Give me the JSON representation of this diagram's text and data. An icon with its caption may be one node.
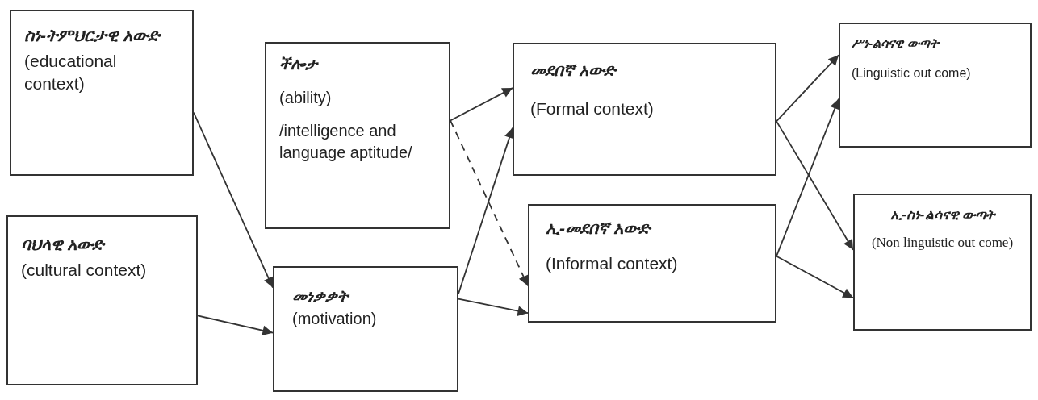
{
  "diagram": {
    "nodes": [
      {
        "text": [
          "ስነ-ትምህርታዊ አውድ",
          "(educational context)"
        ]
      },
      {
        "text": [
          "ባህላዊ አውድ",
          "(cultural context)"
        ]
      },
      {
        "text": [
          "ችሎታ",
          "(ability)",
          "/intelligence and language aptitude/"
        ]
      },
      {
        "text": [
          "መነቃቃት",
          "(motivation)"
        ]
      },
      {
        "text": [
          "መደበኛ አውድ",
          "(Formal context)"
        ]
      },
      {
        "text": [
          "ኢ-መደበኛ አውድ",
          "(Informal context)"
        ]
      },
      {
        "text": [
          "ሥነ-ልሳናዊ ውጣት",
          "(Linguistic out come)"
        ]
      },
      {
        "text": [
          "ኢ-ስነ-ልሳናዊ ውጣት",
          "(Non linguistic out come)"
        ]
      }
    ],
    "edges": [
      {
        "from": 0,
        "to": 3,
        "arrow": "to"
      },
      {
        "from": 1,
        "to": 3,
        "arrow": "to"
      },
      {
        "from": 2,
        "to": 4,
        "arrow": "to"
      },
      {
        "from": 2,
        "to": 5,
        "arrow": "to",
        "style": "dashed"
      },
      {
        "from": 3,
        "to": 4,
        "arrow": "to"
      },
      {
        "from": 3,
        "to": 5,
        "arrow": "to"
      },
      {
        "from": 4,
        "to": 6,
        "arrow": "to"
      },
      {
        "from": 4,
        "to": 7,
        "arrow": "to"
      },
      {
        "from": 5,
        "to": 6,
        "arrow": "to"
      },
      {
        "from": 5,
        "to": 7,
        "arrow": "to"
      }
    ]
  }
}
